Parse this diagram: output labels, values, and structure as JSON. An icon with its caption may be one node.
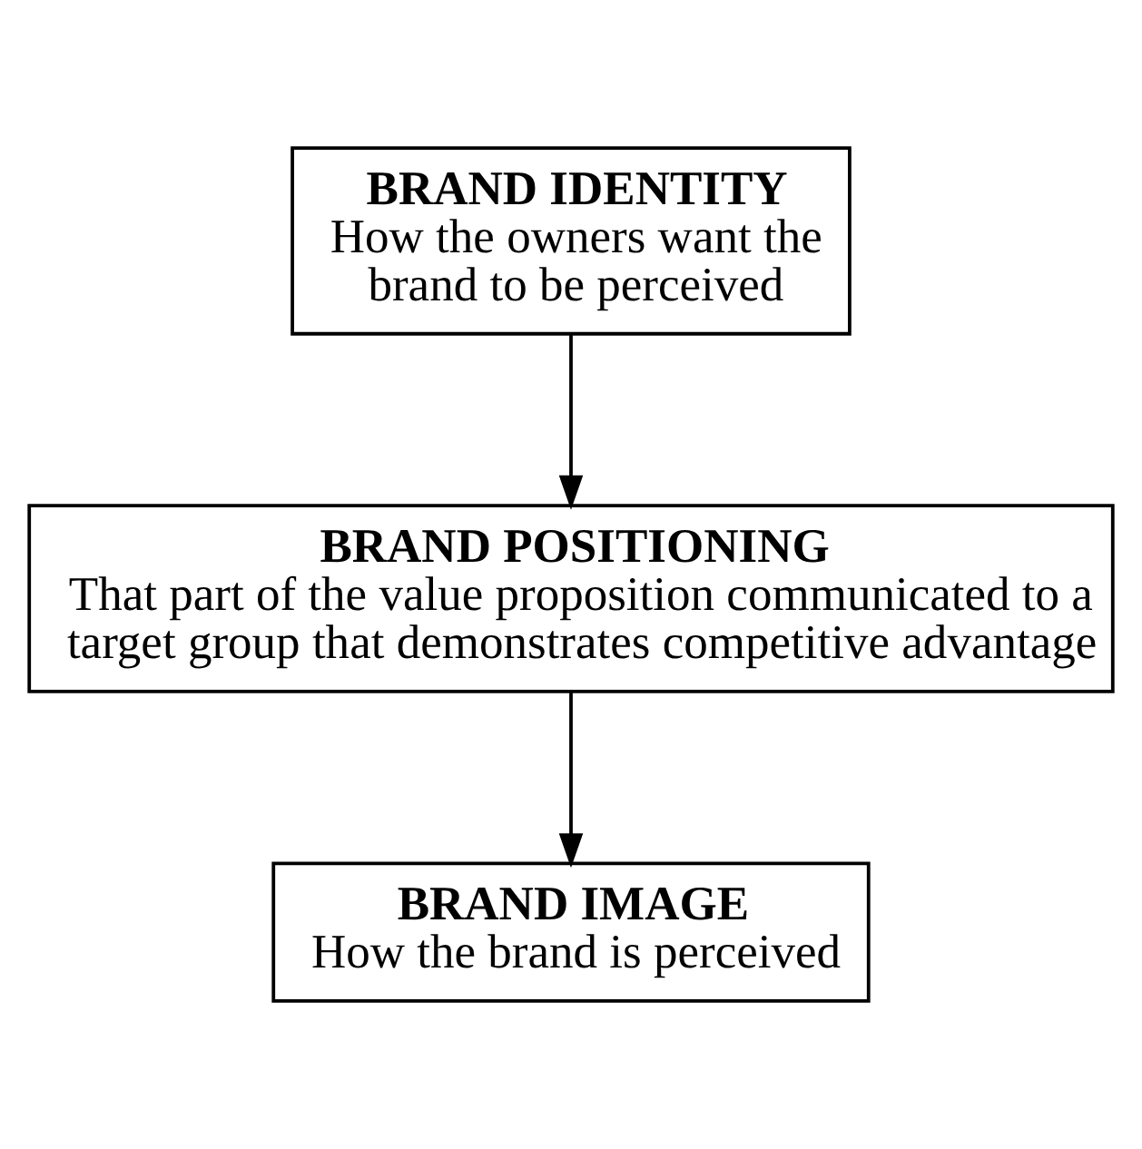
{
  "diagram": {
    "nodes": [
      {
        "text": [
          "BRAND IDENTITY",
          "How the owners want the brand to be perceived"
        ]
      },
      {
        "text": [
          "BRAND POSITIONING",
          "That part of the value proposition communicated to a target group that demonstrates competitive advantage"
        ]
      },
      {
        "text": [
          "BRAND IMAGE",
          "How the brand is perceived"
        ]
      }
    ],
    "edges": [
      {
        "from": 0,
        "to": 1,
        "arrow": "to"
      },
      {
        "from": 1,
        "to": 2,
        "arrow": "to"
      }
    ]
  }
}
